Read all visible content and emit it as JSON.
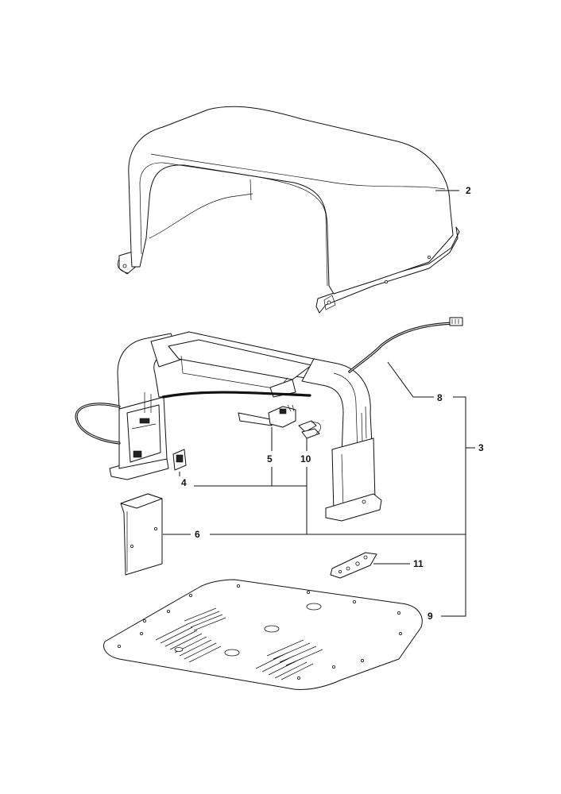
{
  "callouts": {
    "c2": "2",
    "c3": "3",
    "c4": "4",
    "c5": "5",
    "c6": "6",
    "c8": "8",
    "c9": "9",
    "c10": "10",
    "c11": "11"
  },
  "colors": {
    "line": "#111111",
    "background": "#ffffff"
  }
}
